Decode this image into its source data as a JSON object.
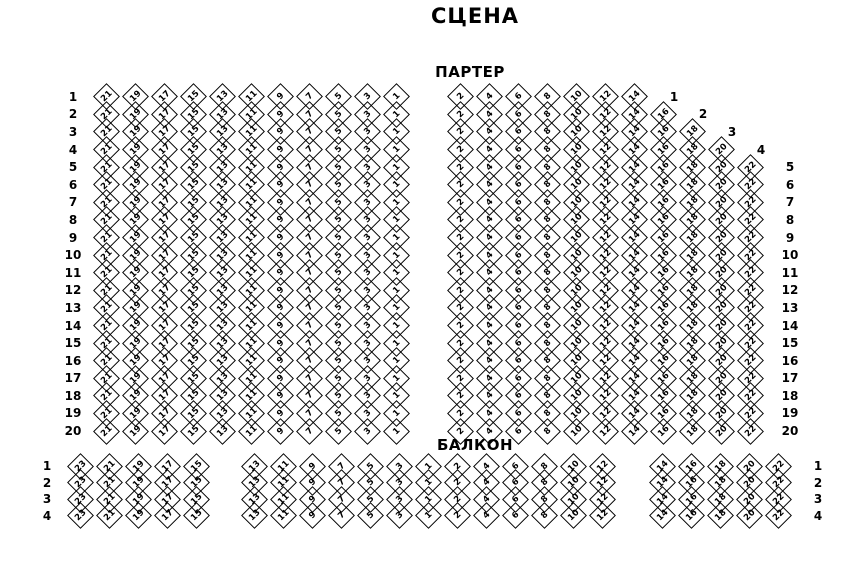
{
  "stage_label": "СЦЕНА",
  "colors": {
    "background": "#ffffff",
    "text": "#000000",
    "seat_outline": "#000000"
  },
  "parterre": {
    "label": "ПАРТЕР",
    "left_block": {
      "rows": [
        {
          "label_left": "1",
          "seats": [
            21,
            19,
            17,
            15,
            13,
            11,
            9,
            7,
            5,
            3,
            1
          ]
        },
        {
          "label_left": "2",
          "seats": [
            21,
            19,
            17,
            15,
            13,
            11,
            9,
            7,
            5,
            3,
            1
          ]
        },
        {
          "label_left": "3",
          "seats": [
            21,
            19,
            17,
            15,
            13,
            11,
            9,
            7,
            5,
            3,
            1
          ]
        },
        {
          "label_left": "4",
          "seats": [
            21,
            19,
            17,
            15,
            13,
            11,
            9,
            7,
            5,
            3,
            1
          ]
        },
        {
          "label_left": "5",
          "seats": [
            21,
            19,
            17,
            15,
            13,
            11,
            9,
            7,
            5,
            3,
            1
          ]
        },
        {
          "label_left": "6",
          "seats": [
            21,
            19,
            17,
            15,
            13,
            11,
            9,
            7,
            5,
            3,
            1
          ]
        },
        {
          "label_left": "7",
          "seats": [
            21,
            19,
            17,
            15,
            13,
            11,
            9,
            7,
            5,
            3,
            1
          ]
        },
        {
          "label_left": "8",
          "seats": [
            21,
            19,
            17,
            15,
            13,
            11,
            9,
            7,
            5,
            3,
            1
          ]
        },
        {
          "label_left": "9",
          "seats": [
            21,
            19,
            17,
            15,
            13,
            11,
            9,
            7,
            5,
            3,
            1
          ]
        },
        {
          "label_left": "10",
          "seats": [
            21,
            19,
            17,
            15,
            13,
            11,
            9,
            7,
            5,
            3,
            1
          ]
        },
        {
          "label_left": "11",
          "seats": [
            21,
            19,
            17,
            15,
            13,
            11,
            9,
            7,
            5,
            3,
            1
          ]
        },
        {
          "label_left": "12",
          "seats": [
            21,
            19,
            17,
            15,
            13,
            11,
            9,
            7,
            5,
            3,
            1
          ]
        },
        {
          "label_left": "13",
          "seats": [
            21,
            19,
            17,
            15,
            13,
            11,
            9,
            7,
            5,
            3,
            1
          ]
        },
        {
          "label_left": "14",
          "seats": [
            21,
            19,
            17,
            15,
            13,
            11,
            9,
            7,
            5,
            3,
            1
          ]
        },
        {
          "label_left": "15",
          "seats": [
            21,
            19,
            17,
            15,
            13,
            11,
            9,
            7,
            5,
            3,
            1
          ]
        },
        {
          "label_left": "16",
          "seats": [
            21,
            19,
            17,
            15,
            13,
            11,
            9,
            7,
            5,
            3,
            1
          ]
        },
        {
          "label_left": "17",
          "seats": [
            21,
            19,
            17,
            15,
            13,
            11,
            9,
            7,
            5,
            3,
            1
          ]
        },
        {
          "label_left": "18",
          "seats": [
            21,
            19,
            17,
            15,
            13,
            11,
            9,
            7,
            5,
            3,
            1
          ]
        },
        {
          "label_left": "19",
          "seats": [
            21,
            19,
            17,
            15,
            13,
            11,
            9,
            7,
            5,
            3,
            1
          ]
        },
        {
          "label_left": "20",
          "seats": [
            21,
            19,
            17,
            15,
            13,
            11,
            9,
            7,
            5,
            3,
            1
          ]
        }
      ]
    },
    "right_block": {
      "rows": [
        {
          "label_right": "1",
          "seats": [
            2,
            4,
            6,
            8,
            10,
            12,
            14
          ]
        },
        {
          "label_right": "2",
          "seats": [
            2,
            4,
            6,
            8,
            10,
            12,
            14,
            16
          ]
        },
        {
          "label_right": "3",
          "seats": [
            2,
            4,
            6,
            8,
            10,
            12,
            14,
            16,
            18
          ]
        },
        {
          "label_right": "4",
          "seats": [
            2,
            4,
            6,
            8,
            10,
            12,
            14,
            16,
            18,
            20
          ]
        },
        {
          "label_right": "5",
          "seats": [
            2,
            4,
            6,
            8,
            10,
            12,
            14,
            16,
            18,
            20,
            22
          ]
        },
        {
          "label_right": "6",
          "seats": [
            2,
            4,
            6,
            8,
            10,
            12,
            14,
            16,
            18,
            20,
            22
          ]
        },
        {
          "label_right": "7",
          "seats": [
            2,
            4,
            6,
            8,
            10,
            12,
            14,
            16,
            18,
            20,
            22
          ]
        },
        {
          "label_right": "8",
          "seats": [
            2,
            4,
            6,
            8,
            10,
            12,
            14,
            16,
            18,
            20,
            22
          ]
        },
        {
          "label_right": "9",
          "seats": [
            2,
            4,
            6,
            8,
            10,
            12,
            14,
            16,
            18,
            20,
            22
          ]
        },
        {
          "label_right": "10",
          "seats": [
            2,
            4,
            6,
            8,
            10,
            12,
            14,
            16,
            18,
            20,
            22
          ]
        },
        {
          "label_right": "11",
          "seats": [
            2,
            4,
            6,
            8,
            10,
            12,
            14,
            16,
            18,
            20,
            22
          ]
        },
        {
          "label_right": "12",
          "seats": [
            2,
            4,
            6,
            8,
            10,
            12,
            14,
            16,
            18,
            20,
            22
          ]
        },
        {
          "label_right": "13",
          "seats": [
            2,
            4,
            6,
            8,
            10,
            12,
            14,
            16,
            18,
            20,
            22
          ]
        },
        {
          "label_right": "14",
          "seats": [
            2,
            4,
            6,
            8,
            10,
            12,
            14,
            16,
            18,
            20,
            22
          ]
        },
        {
          "label_right": "15",
          "seats": [
            2,
            4,
            6,
            8,
            10,
            12,
            14,
            16,
            18,
            20,
            22
          ]
        },
        {
          "label_right": "16",
          "seats": [
            2,
            4,
            6,
            8,
            10,
            12,
            14,
            16,
            18,
            20,
            22
          ]
        },
        {
          "label_right": "17",
          "seats": [
            2,
            4,
            6,
            8,
            10,
            12,
            14,
            16,
            18,
            20,
            22
          ]
        },
        {
          "label_right": "18",
          "seats": [
            2,
            4,
            6,
            8,
            10,
            12,
            14,
            16,
            18,
            20,
            22
          ]
        },
        {
          "label_right": "19",
          "seats": [
            2,
            4,
            6,
            8,
            10,
            12,
            14,
            16,
            18,
            20,
            22
          ]
        },
        {
          "label_right": "20",
          "seats": [
            2,
            4,
            6,
            8,
            10,
            12,
            14,
            16,
            18,
            20,
            22
          ]
        }
      ]
    }
  },
  "balcony": {
    "label": "БАЛКОН",
    "left_block": {
      "rows": [
        {
          "label_left": "1",
          "seats": [
            23,
            21,
            19,
            17,
            15
          ]
        },
        {
          "label_left": "2",
          "seats": [
            23,
            21,
            19,
            17,
            15
          ]
        },
        {
          "label_left": "3",
          "seats": [
            23,
            21,
            19,
            17,
            15
          ]
        },
        {
          "label_left": "4",
          "seats": [
            23,
            21,
            19,
            17,
            15
          ]
        }
      ]
    },
    "center_block": {
      "rows": [
        {
          "seats": [
            13,
            11,
            9,
            7,
            5,
            3,
            1,
            2,
            4,
            6,
            8,
            10,
            12
          ]
        },
        {
          "seats": [
            13,
            11,
            9,
            7,
            5,
            3,
            1,
            2,
            4,
            6,
            8,
            10,
            12
          ]
        },
        {
          "seats": [
            13,
            11,
            9,
            7,
            5,
            3,
            1,
            2,
            4,
            6,
            8,
            10,
            12
          ]
        },
        {
          "seats": [
            13,
            11,
            9,
            7,
            5,
            3,
            1,
            2,
            4,
            6,
            8,
            10,
            12
          ]
        }
      ]
    },
    "right_block": {
      "rows": [
        {
          "label_right": "1",
          "seats": [
            14,
            16,
            18,
            20,
            22
          ]
        },
        {
          "label_right": "2",
          "seats": [
            14,
            16,
            18,
            20,
            22
          ]
        },
        {
          "label_right": "3",
          "seats": [
            14,
            16,
            18,
            20,
            22
          ]
        },
        {
          "label_right": "4",
          "seats": [
            14,
            16,
            18,
            20,
            22
          ]
        }
      ]
    }
  }
}
